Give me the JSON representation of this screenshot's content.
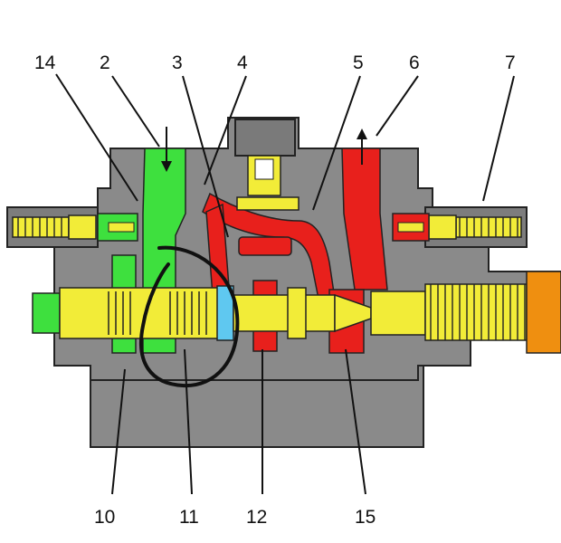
{
  "diagram": {
    "callouts": {
      "c14": "14",
      "c2": "2",
      "c3": "3",
      "c4": "4",
      "c5": "5",
      "c6": "6",
      "c7": "7",
      "c10": "10",
      "c11": "11",
      "c12": "12",
      "c15": "15"
    },
    "colors": {
      "supply_green": "#3ee03e",
      "pressure_red": "#e8201c",
      "spool_yellow": "#f2ec38",
      "housing_gray": "#8a8a8a",
      "housing_dark": "#6f6f6f",
      "end_orange": "#ef8f10",
      "seal_blue": "#5fc8f0",
      "annotation_black": "#111111"
    },
    "icons": [
      "flow-arrow-down-icon",
      "flow-arrow-up-icon",
      "hand-drawn-circle-annotation"
    ]
  }
}
